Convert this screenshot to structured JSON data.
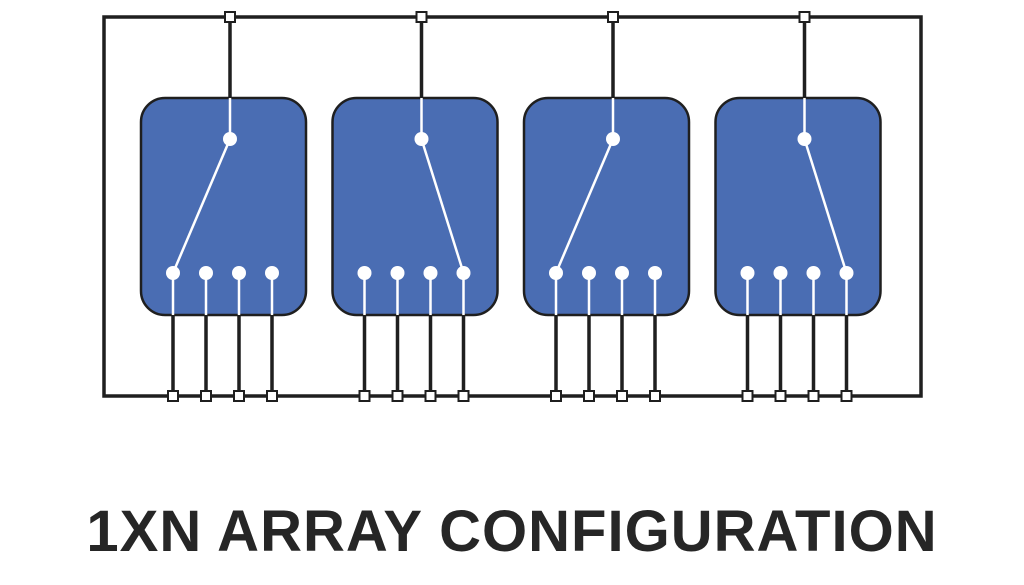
{
  "caption": "1XN ARRAY CONFIGURATION",
  "switches": [
    {
      "id": 1,
      "throws": 4,
      "connected_throw": 1
    },
    {
      "id": 2,
      "throws": 4,
      "connected_throw": 4
    },
    {
      "id": 3,
      "throws": 4,
      "connected_throw": 1
    },
    {
      "id": 4,
      "throws": 4,
      "connected_throw": 4
    }
  ],
  "colors": {
    "switch_fill": "#4a6db3",
    "switch_stroke": "#1f1f1f",
    "wire": "#1f1f1f",
    "inner_line": "#ffffff",
    "terminal_fill": "#ffffff",
    "caption": "#262626",
    "background": "#ffffff"
  }
}
